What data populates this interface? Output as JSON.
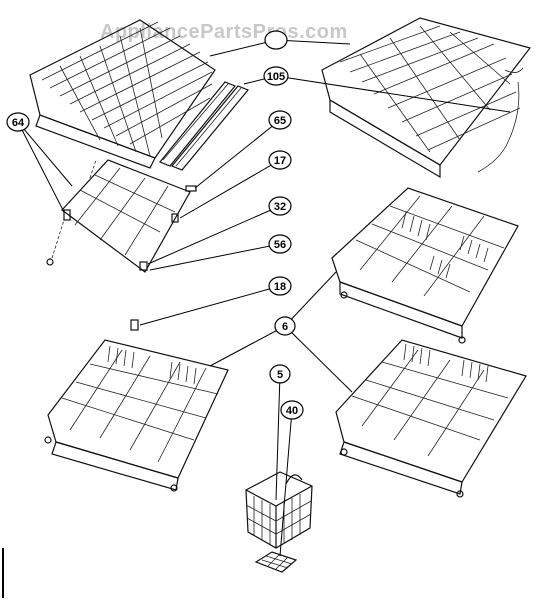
{
  "watermark": "AppliancePartsPros.com",
  "callouts": [
    {
      "id": "top",
      "label": ""
    },
    {
      "id": "105",
      "label": "105"
    },
    {
      "id": "64",
      "label": "64"
    },
    {
      "id": "65",
      "label": "65"
    },
    {
      "id": "17",
      "label": "17"
    },
    {
      "id": "32",
      "label": "32"
    },
    {
      "id": "56",
      "label": "56"
    },
    {
      "id": "18",
      "label": "18"
    },
    {
      "id": "6",
      "label": "6"
    },
    {
      "id": "5",
      "label": "5"
    },
    {
      "id": "40",
      "label": "40"
    }
  ]
}
